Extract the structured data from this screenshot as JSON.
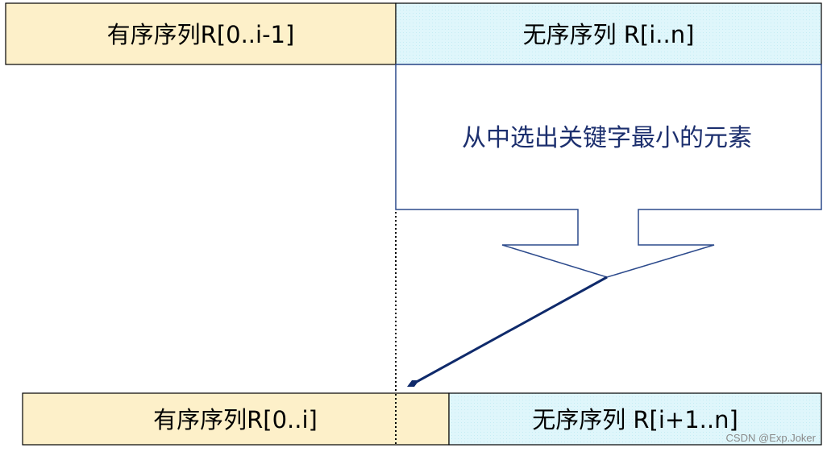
{
  "top": {
    "sorted_label": "有序序列R[0..i-1]",
    "unsorted_label": "无序序列 R[i..n]"
  },
  "callout": {
    "text": "从中选出关键字最小的元素"
  },
  "bottom": {
    "sorted_label": "有序序列R[0..i]",
    "unsorted_label": "无序序列 R[i+1..n]"
  },
  "watermark": "CSDN @Exp.Joker",
  "colors": {
    "sorted_fill": "#fdf0c9",
    "unsorted_fill": "#dff6fb",
    "line": "#0f2a6b"
  }
}
